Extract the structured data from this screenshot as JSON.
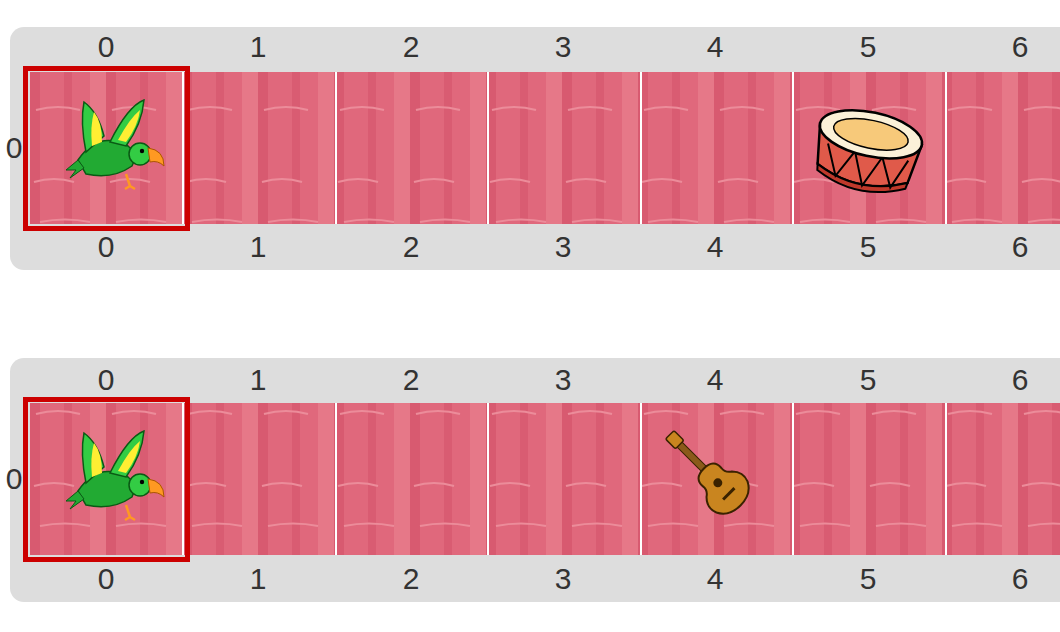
{
  "diagram": {
    "labels": [
      "0",
      "1",
      "2",
      "3",
      "4",
      "5",
      "6",
      "0",
      "0",
      "1",
      "2",
      "3",
      "4",
      "5",
      "6",
      "0",
      "1",
      "2",
      "3",
      "4",
      "5",
      "6",
      "0",
      "0",
      "1",
      "2",
      "3",
      "4",
      "5",
      "6"
    ]
  }
}
